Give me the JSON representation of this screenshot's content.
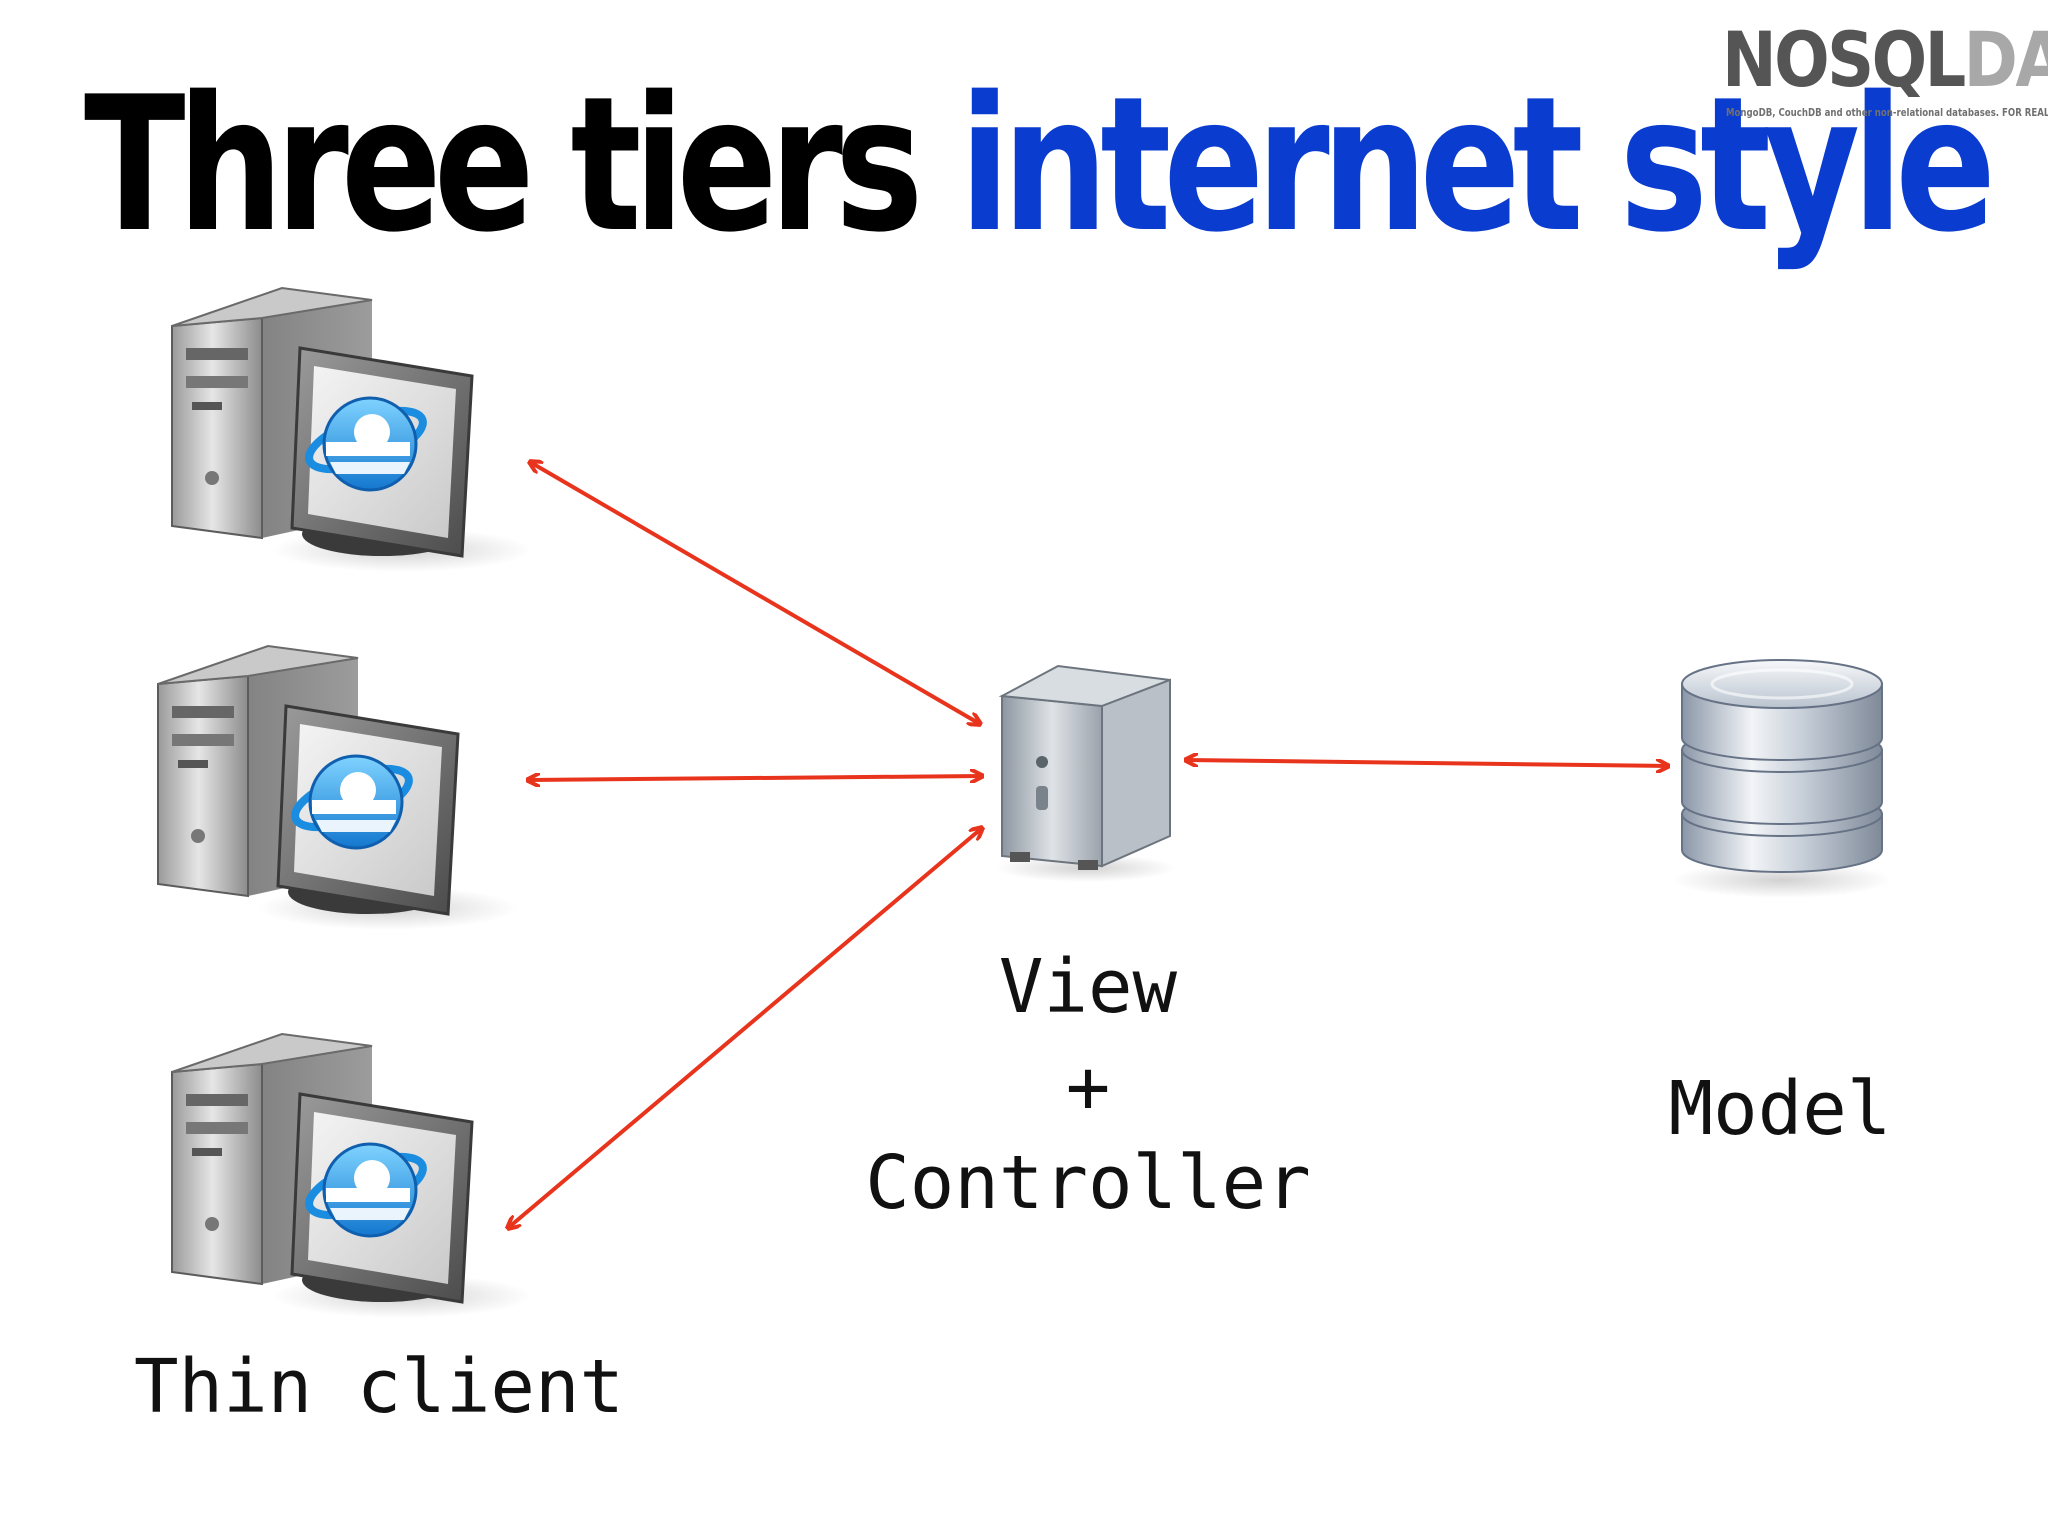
{
  "title": {
    "part1": "Three tiers",
    "part2": "internet style",
    "color_part1": "#000000",
    "color_part2": "#0a3ccf"
  },
  "logo": {
    "word_part1": "NOSQL",
    "word_part2": "DAY",
    "color_part1": "#555555",
    "color_part2": "#a8a8a8",
    "tagline": "MongoDB, CouchDB and other non-relational databases. FOR REAL."
  },
  "nodes": {
    "clients": [
      {
        "icon": "computer-with-browser-icon"
      },
      {
        "icon": "computer-with-browser-icon"
      },
      {
        "icon": "computer-with-browser-icon"
      }
    ],
    "server": {
      "icon": "server-tower-icon"
    },
    "database": {
      "icon": "database-icon"
    }
  },
  "labels": {
    "thin_client": "Thin client",
    "view": "View",
    "plus": "+",
    "controller": "Controller",
    "model": "Model"
  },
  "colors": {
    "arrow": "#e8341c"
  }
}
